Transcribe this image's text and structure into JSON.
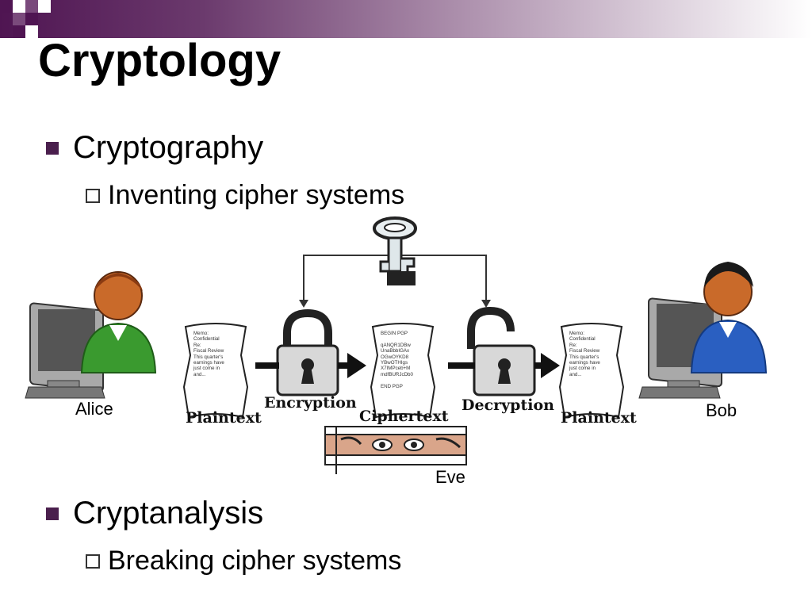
{
  "slide": {
    "title": "Cryptology",
    "bullets": [
      {
        "text": "Cryptography",
        "sub": "Inventing cipher systems"
      },
      {
        "text": "Cryptanalysis",
        "sub": "Breaking cipher systems"
      }
    ]
  },
  "diagram": {
    "actors": {
      "sender": "Alice",
      "receiver": "Bob",
      "eavesdropper": "Eve"
    },
    "stages": {
      "plaintext_left": "Plaintext",
      "encryption": "Encryption",
      "ciphertext": "Ciphertext",
      "decryption": "Decryption",
      "plaintext_right": "Plaintext"
    },
    "documents": {
      "plaintext_left_lines": [
        "Memo:",
        "Confidential",
        "Re:",
        "Fiscal Review",
        "This quarter's",
        "earnings have",
        "just come in",
        "and..."
      ],
      "ciphertext_lines": [
        "BEGIN PGP",
        "",
        "qANQR1DBw",
        "UnaBbbIGAx",
        "OGwOYKD8",
        "YBwOTHIgs",
        "X7IMPceb+M",
        "mdfBURJcDb0",
        "",
        "END PGP"
      ],
      "plaintext_right_lines": [
        "Memo:",
        "Confidential",
        "Re:",
        "Fiscal Review",
        "This quarter's",
        "earnings have",
        "just come in",
        "and..."
      ]
    },
    "colors": {
      "accent_dark": "#4f1552",
      "alice_shirt": "#3a9a2f",
      "bob_shirt": "#2a5fc1",
      "skin": "#c96a2a"
    }
  }
}
